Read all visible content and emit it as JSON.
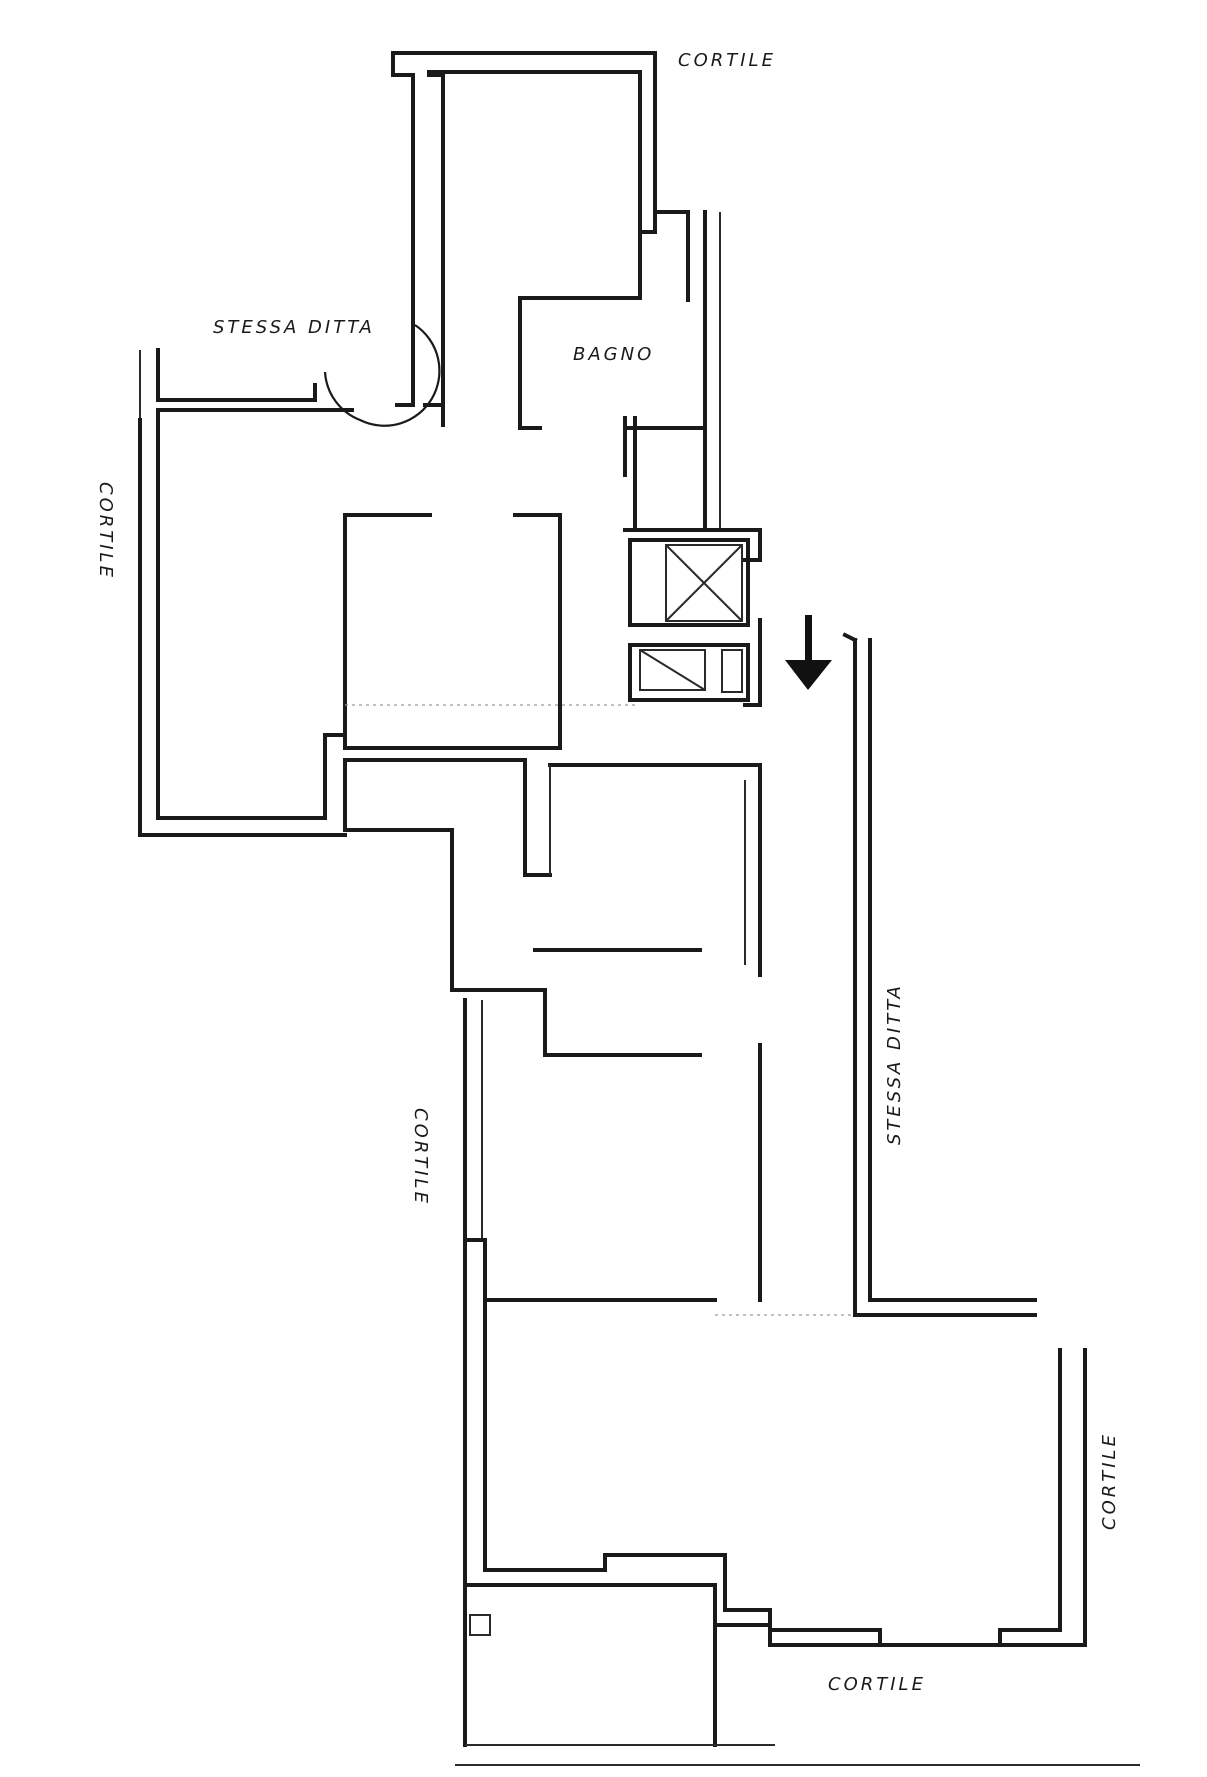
{
  "labels": {
    "cortile_top": "CORTILE",
    "cortile_left": "CORTILE",
    "cortile_mid": "CORTILE",
    "cortile_right": "CORTILE",
    "cortile_bottom": "CORTILE",
    "stessa_ditta_top": "STESSA DITTA",
    "stessa_ditta_right": "STESSA DITTA",
    "bagno": "BAGNO"
  },
  "colors": {
    "ink": "#1a1a1a",
    "paper": "#ffffff"
  },
  "icons": {
    "entrance": "down-arrow-icon",
    "elevator": "elevator-cross-icon"
  }
}
